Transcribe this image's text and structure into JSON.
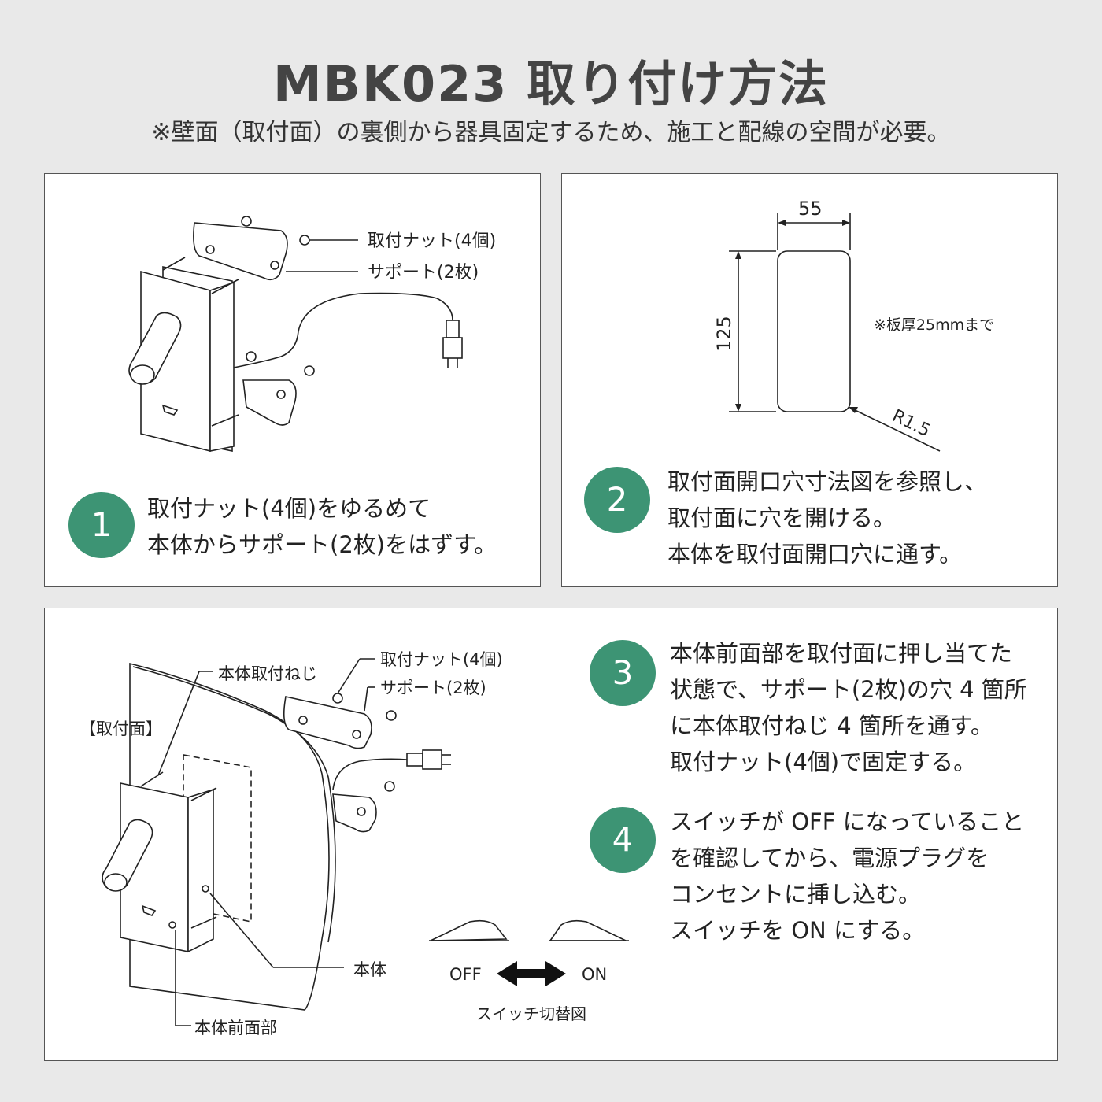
{
  "header": {
    "title": "MBK023 取り付け方法",
    "note": "※壁面（取付面）の裏側から器具固定するため、施工と配線の空間が必要。"
  },
  "colors": {
    "accent": "#3d9474",
    "background": "#e9e9e9",
    "panel": "#ffffff"
  },
  "step1": {
    "number": "1",
    "lines": [
      "取付ナット(4個)をゆるめて",
      "本体からサポート(2枚)をはずす。"
    ],
    "labels": {
      "nut": "取付ナット(4個)",
      "support": "サポート(2枚)"
    }
  },
  "step2": {
    "number": "2",
    "lines": [
      "取付面開口穴寸法図を参照し、",
      "取付面に穴を開ける。",
      "本体を取付面開口穴に通す。"
    ],
    "dims": {
      "width": "55",
      "height": "125",
      "radius": "R1.5",
      "note": "※板厚25mmまで"
    }
  },
  "step3": {
    "number": "3",
    "lines": [
      "本体前面部を取付面に押し当てた",
      "状態で、サポート(2枚)の穴 4 箇所",
      "に本体取付ねじ 4 箇所を通す。",
      "取付ナット(4個)で固定する。"
    ]
  },
  "step4": {
    "number": "4",
    "lines": [
      "スイッチが OFF になっていること",
      "を確認してから、電源プラグを",
      "コンセントに挿し込む。",
      "スイッチを ON にする。"
    ]
  },
  "diagram3": {
    "screw": "本体取付ねじ",
    "nut": "取付ナット(4個)",
    "support": "サポート(2枚)",
    "surface": "【取付面】",
    "body": "本体",
    "front": "本体前面部",
    "off": "OFF",
    "on": "ON",
    "switch_caption": "スイッチ切替図"
  }
}
